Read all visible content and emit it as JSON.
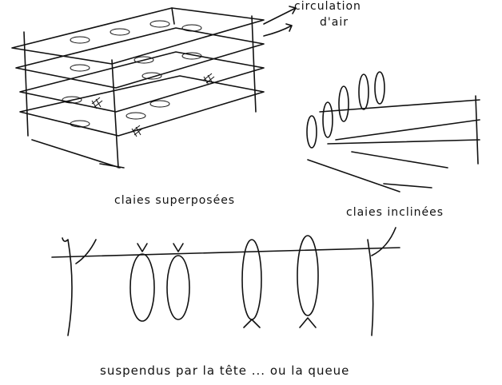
{
  "labels": {
    "air_circulation_line1": "circulation",
    "air_circulation_line2": "d'air",
    "stacked_racks": "claies superposées",
    "inclined_racks": "claies inclinées",
    "hanging": "suspendus par la tête ... ou la queue"
  }
}
